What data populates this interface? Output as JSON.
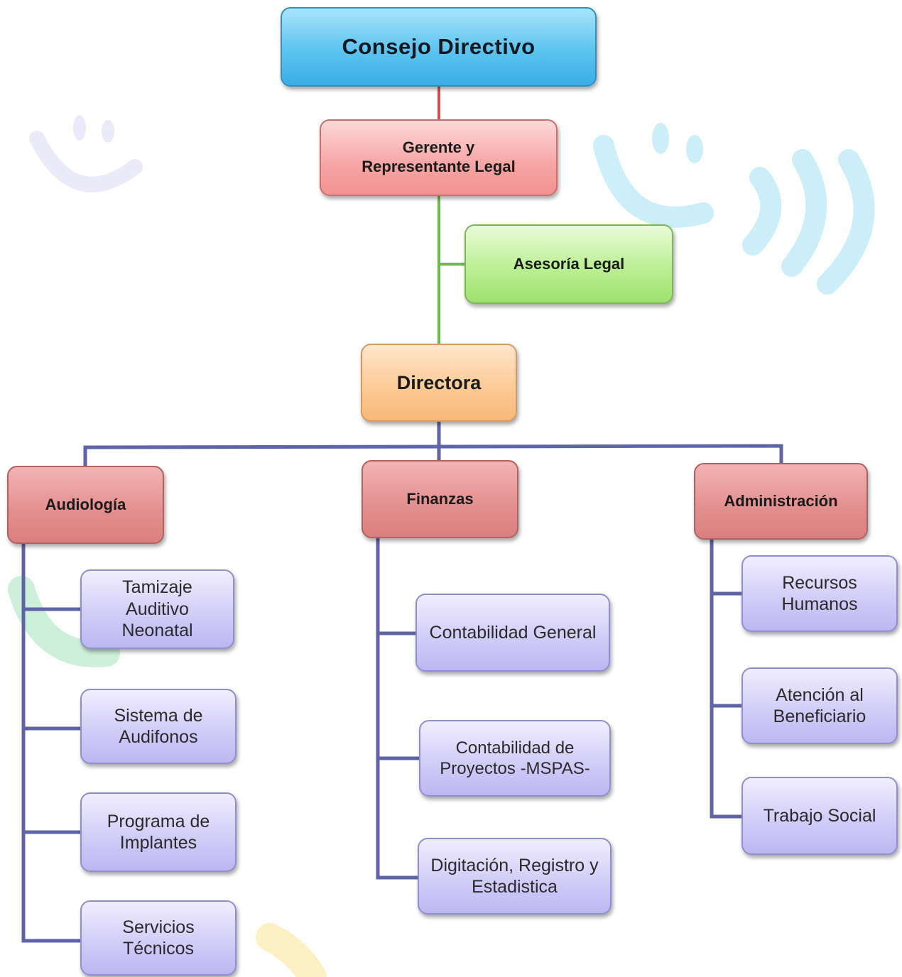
{
  "diagram": {
    "nodes": {
      "consejo": "Consejo Directivo",
      "gerente": "Gerente y Representante Legal",
      "asesoria": "Asesoría Legal",
      "directora": "Directora",
      "audiologia": "Audiología",
      "finanzas": "Finanzas",
      "administracion": "Administración",
      "tamizaje": "Tamizaje Auditivo Neonatal",
      "audifonos": "Sistema de Audifonos",
      "implantes": "Programa de Implantes",
      "servicios": "Servicios Técnicos",
      "contabilidad_general": "Contabilidad General",
      "contabilidad_proyectos": "Contabilidad de Proyectos -MSPAS-",
      "digitacion": "Digitación, Registro y Estadistica",
      "recursos": "Recursos Humanos",
      "atencion": "Atención al Beneficiario",
      "trabajo_social": "Trabajo Social"
    },
    "hierarchy": [
      {
        "parent": "Consejo Directivo",
        "children": [
          "Gerente y Representante Legal"
        ]
      },
      {
        "parent": "Gerente y Representante Legal",
        "children": [
          "Asesoría Legal",
          "Directora"
        ]
      },
      {
        "parent": "Directora",
        "children": [
          "Audiología",
          "Finanzas",
          "Administración"
        ]
      },
      {
        "parent": "Audiología",
        "children": [
          "Tamizaje Auditivo Neonatal",
          "Sistema de Audifonos",
          "Programa de Implantes",
          "Servicios Técnicos"
        ]
      },
      {
        "parent": "Finanzas",
        "children": [
          "Contabilidad General",
          "Contabilidad de Proyectos -MSPAS-",
          "Digitación, Registro y Estadistica"
        ]
      },
      {
        "parent": "Administración",
        "children": [
          "Recursos Humanos",
          "Atención al Beneficiario",
          "Trabajo Social"
        ]
      }
    ],
    "colors": {
      "top": "#5cc3ef",
      "gerente": "#f6a4a4",
      "asesoria": "#b8ee8f",
      "directora": "#fcc993",
      "departments": "#e38e8e",
      "units": "#d2cdf8",
      "connector_top": "#d05050",
      "connector_legal": "#70b850",
      "connector_main": "#5f63a8"
    },
    "watermark_icons": [
      "smiley-face-icon",
      "sound-wave-icon"
    ]
  }
}
